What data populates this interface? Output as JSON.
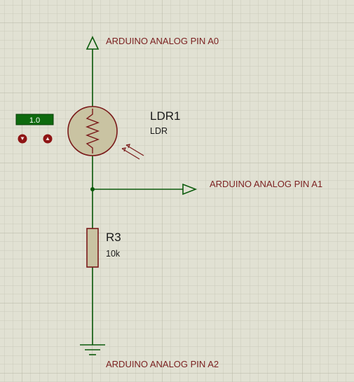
{
  "diagram": {
    "net_labels": {
      "top": "ARDUINO ANALOG PIN A0",
      "middle": "ARDUINO ANALOG PIN A1",
      "bottom": "ARDUINO ANALOG PIN A2"
    },
    "ldr": {
      "ref": "LDR1",
      "value": "LDR"
    },
    "resistor": {
      "ref": "R3",
      "value": "10k"
    },
    "light_meter": {
      "reading": "1.0"
    }
  },
  "colors": {
    "background": "#e1e1d3",
    "grid": "#c9c9b9",
    "wire": "#0c5b0c",
    "component_outline": "#7a1a1a",
    "component_fill": "#c9c3a2",
    "net_label": "#7a1f1f",
    "meter_fill": "#0e6a0e"
  }
}
